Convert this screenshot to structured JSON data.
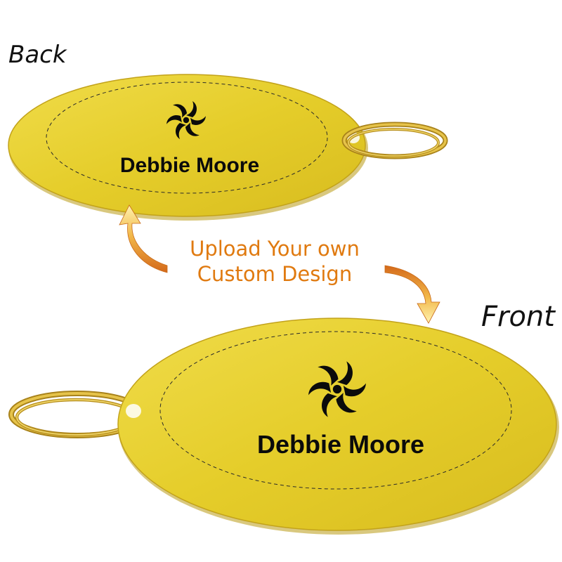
{
  "labels": {
    "back": "Back",
    "front": "Front"
  },
  "tags": {
    "back_name": "Debbie Moore",
    "front_name": "Debbie Moore"
  },
  "callout": {
    "line1": "Upload Your own",
    "line2": "Custom Design"
  },
  "icons": {
    "tag_logo": "pinwheel-swirl-icon",
    "arrow_up": "curved-arrow-up-icon",
    "arrow_down": "curved-arrow-down-icon",
    "ring": "split-key-ring-icon"
  },
  "colors": {
    "tag_gold": "#e7cf2c",
    "tag_edge": "#b99a14",
    "ring_gold": "#c9a227",
    "callout_text": "#e07a10",
    "arrow_orange": "#e8a030"
  }
}
